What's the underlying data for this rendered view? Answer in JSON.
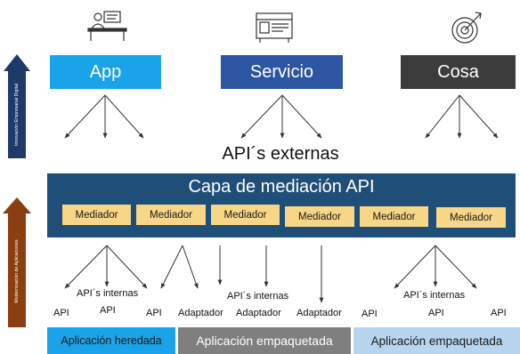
{
  "left_banners": {
    "top": {
      "text": "Innovación Empresarial Digital",
      "color": "#1f3a68"
    },
    "bottom": {
      "text": "Modernización de Aplicaciones",
      "color": "#8b3e12"
    }
  },
  "top_boxes": [
    {
      "label": "App",
      "color": "#1aa3e8",
      "icon": "person-at-desk-icon"
    },
    {
      "label": "Servicio",
      "color": "#2e55a2",
      "icon": "server-rack-icon"
    },
    {
      "label": "Cosa",
      "color": "#3c3c3c",
      "icon": "target-icon"
    }
  ],
  "external_label": "API´s externas",
  "mediation_layer": {
    "title": "Capa de mediación API",
    "color": "#1f4e79",
    "mediators": [
      "Mediador",
      "Mediador",
      "Mediador",
      "Mediador",
      "Mediador",
      "Mediador"
    ]
  },
  "lower_labels": {
    "internal_1": "API´s internas",
    "internal_2": "API´s internas",
    "internal_3": "API´s internas",
    "api_1": "API",
    "api_2": "API",
    "api_3": "API",
    "api_4": "API",
    "api_5": "API",
    "api_6": "API",
    "adaptador_1": "Adaptador",
    "adaptador_2": "Adaptador",
    "adaptador_3": "Adaptador"
  },
  "bottom_boxes": [
    {
      "label": "Aplicación heredada",
      "color": "#1aa3e8",
      "text_color": "#1a1a1a"
    },
    {
      "label": "Aplicación empaquetada",
      "color": "#7f7f7f",
      "text_color": "#ffffff"
    },
    {
      "label": "Aplicación empaquetada",
      "color": "#b7d5ee",
      "text_color": "#1a1a1a"
    }
  ]
}
